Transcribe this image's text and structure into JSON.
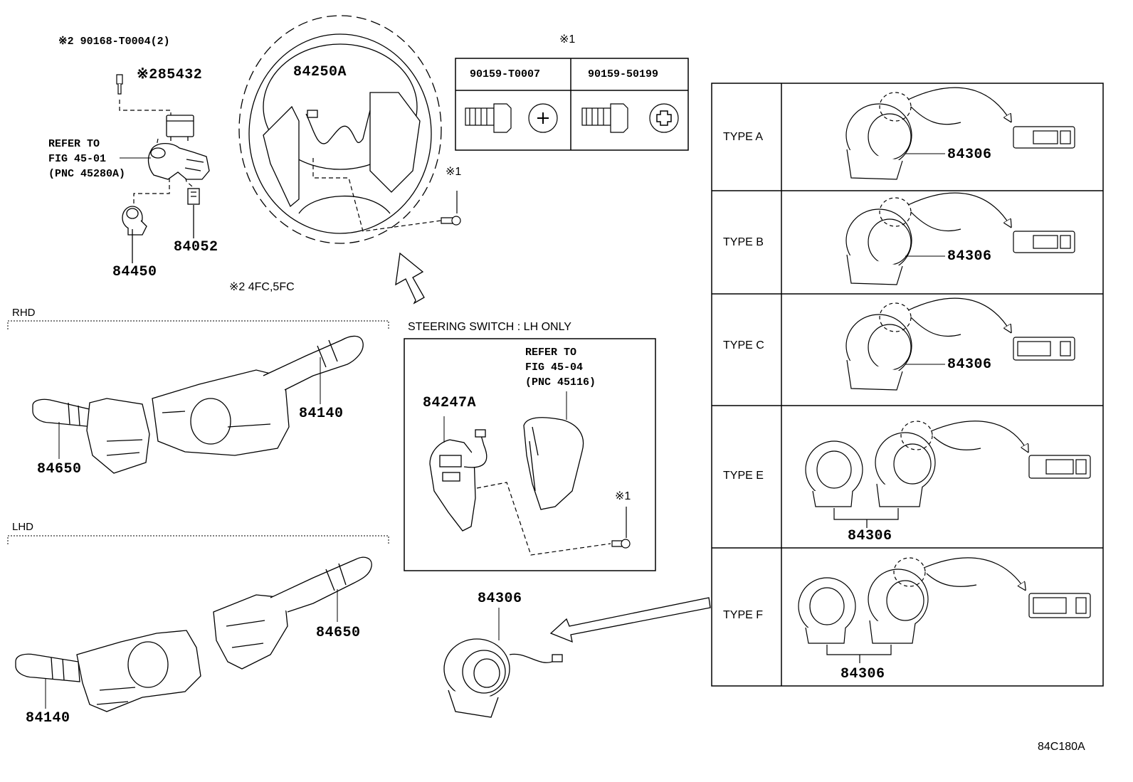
{
  "top_parts": {
    "screw_note": "※2 90168-T0004(2)",
    "p85432": "※285432",
    "refer_fig45_01": "REFER TO\nFIG 45-01\n(PNC 45280A)",
    "p84052": "84052",
    "p84450": "84450",
    "note_4fc": "※2 4FC,5FC"
  },
  "steering_wheel": {
    "p84250a": "84250A",
    "bolt_mark": "※1"
  },
  "bolt_table": {
    "mark": "※1",
    "col1": "90159-T0007",
    "col2": "90159-50199"
  },
  "rhd": {
    "label": "RHD",
    "p84140": "84140",
    "p84650": "84650"
  },
  "lhd": {
    "label": "LHD",
    "p84650": "84650",
    "p84140": "84140"
  },
  "steering_switch": {
    "title": "STEERING SWITCH : LH ONLY",
    "refer": "REFER TO\nFIG 45-04\n(PNC 45116)",
    "p84247a": "84247A",
    "bolt_mark": "※1"
  },
  "spiral_cable": {
    "part": "84306"
  },
  "types": [
    {
      "label": "TYPE A",
      "part": "84306"
    },
    {
      "label": "TYPE B",
      "part": "84306"
    },
    {
      "label": "TYPE C",
      "part": "84306"
    },
    {
      "label": "TYPE E",
      "part": "84306"
    },
    {
      "label": "TYPE F",
      "part": "84306"
    }
  ],
  "figure_code": "84C180A"
}
